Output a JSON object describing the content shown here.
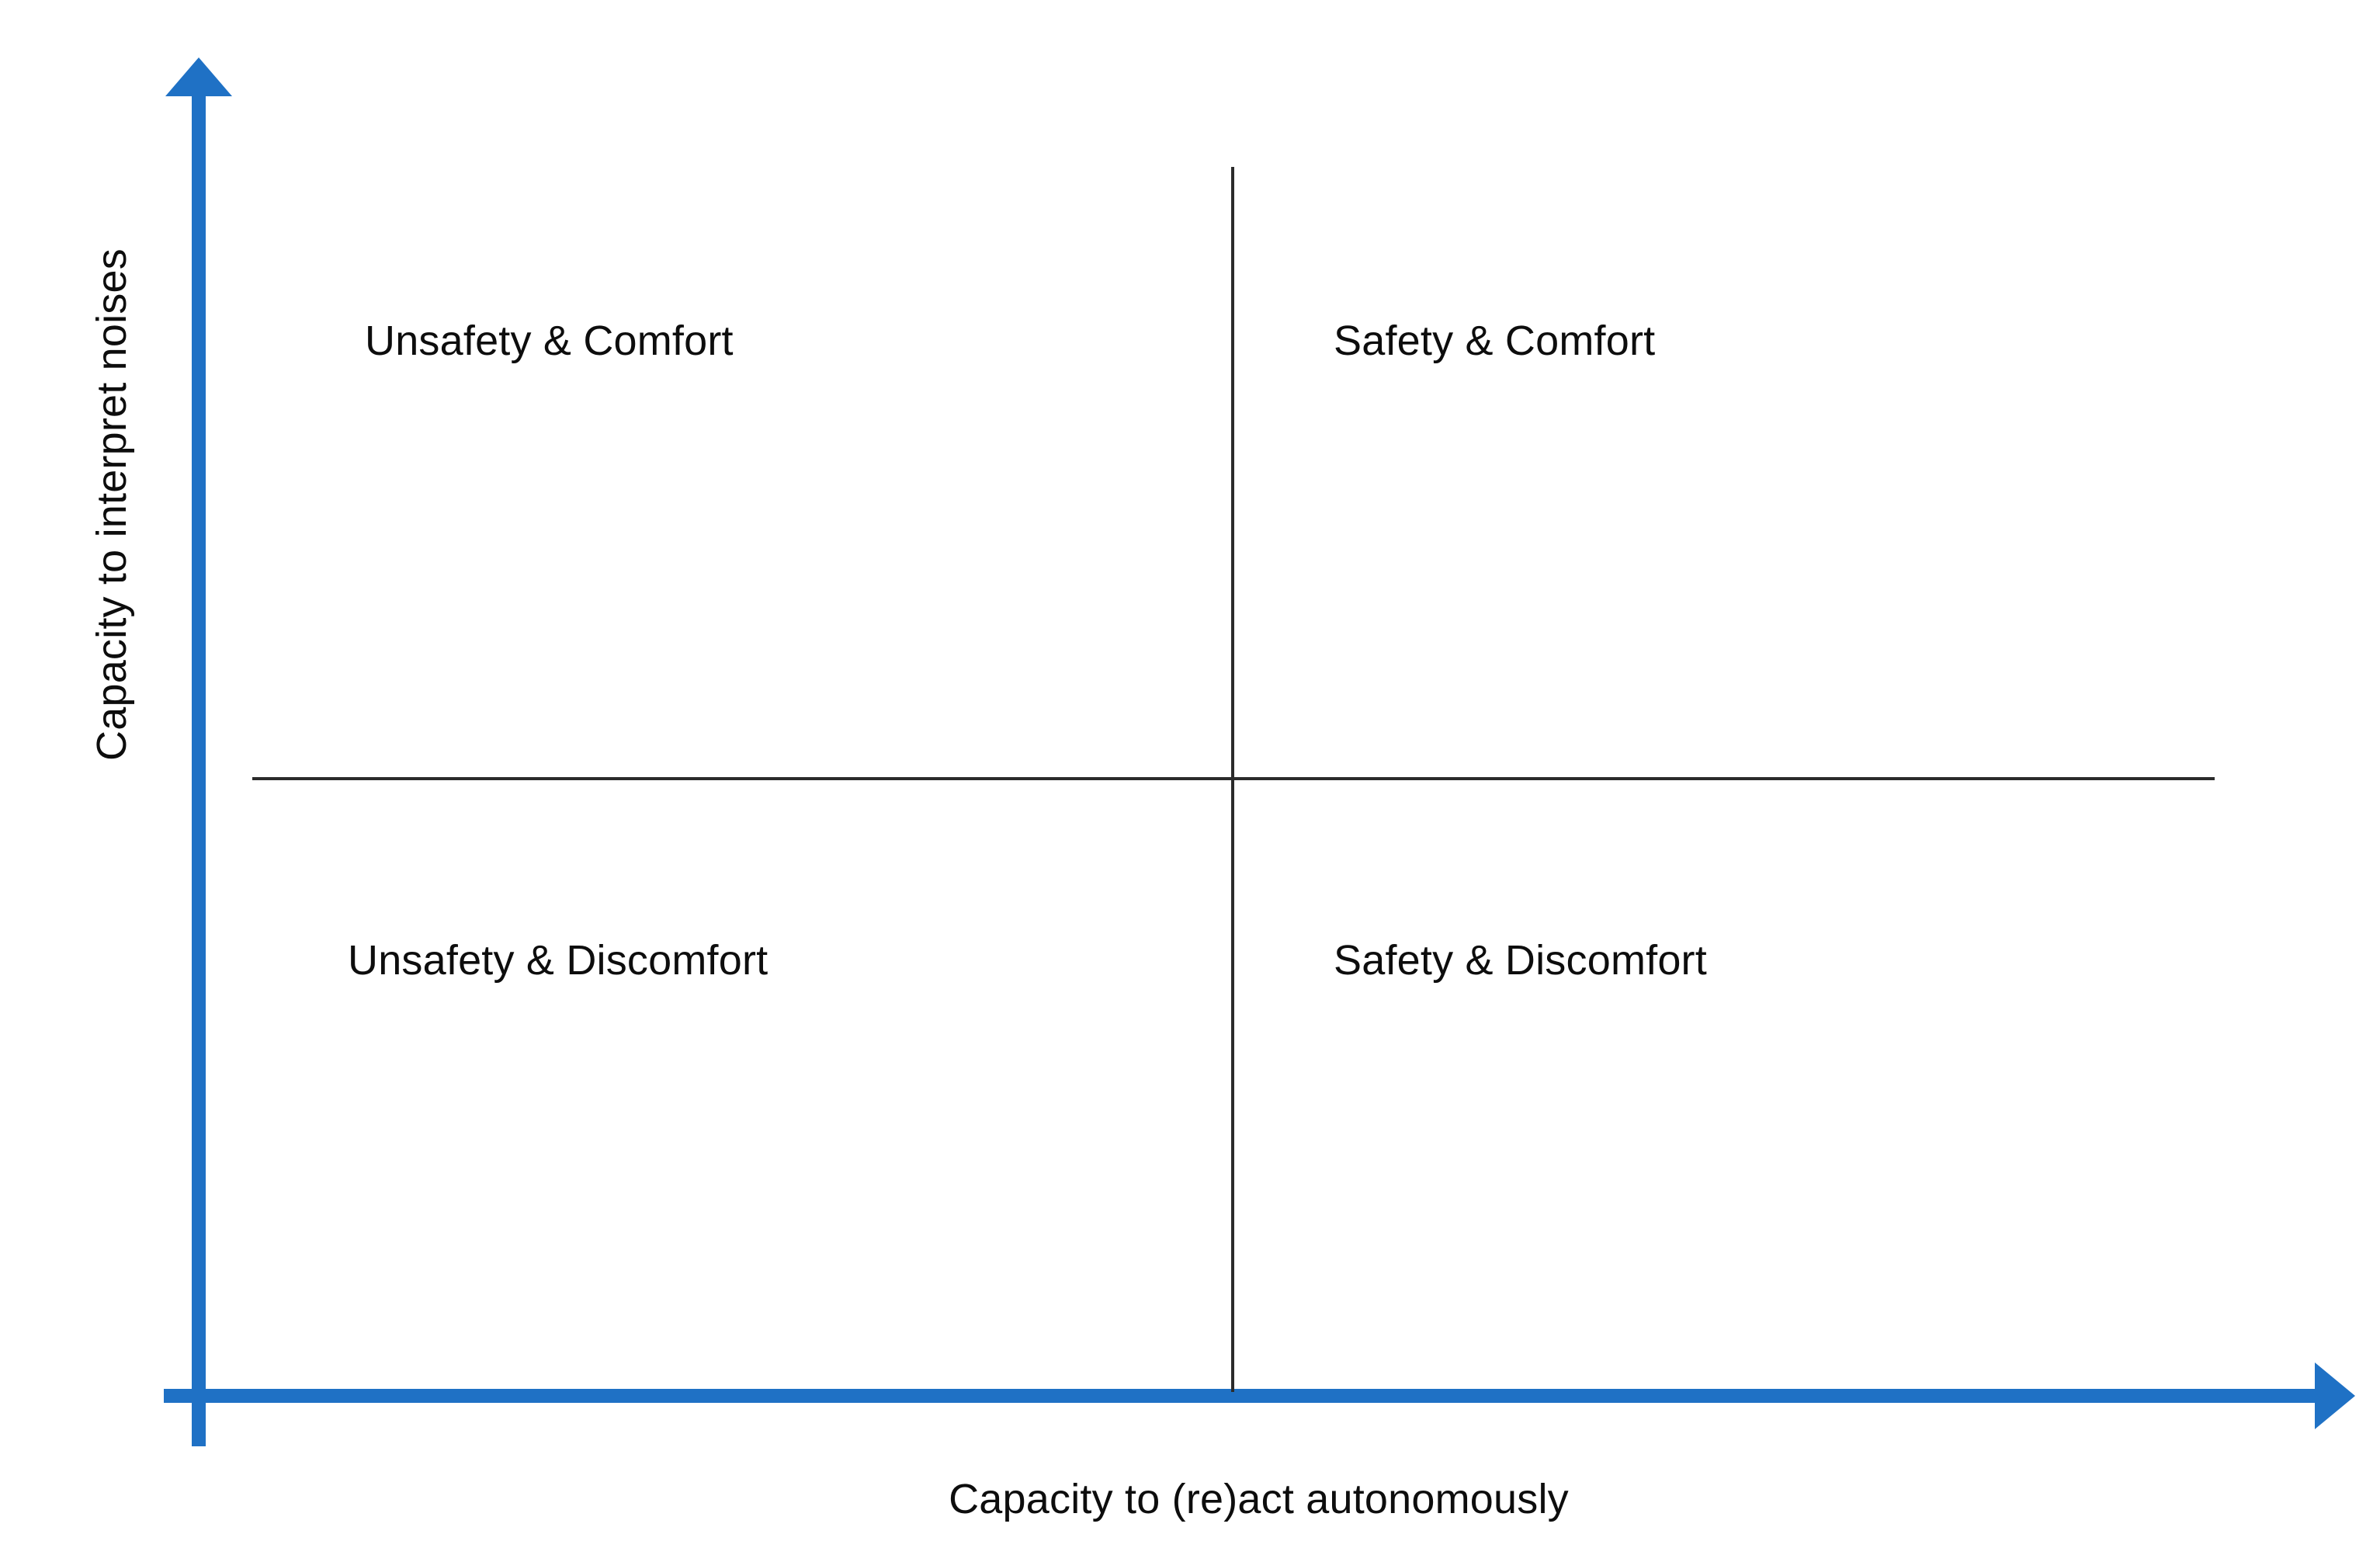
{
  "diagram": {
    "type": "2x2-quadrant-matrix",
    "background_color": "#FFFFFF",
    "axis_color": "#1F71C5",
    "divider_color": "#2B2B2B",
    "text_color": "#0D0D0D",
    "axes": {
      "y_axis_title": "Capacity to interpret noises",
      "x_axis_title": "Capacity to (re)act autonomously",
      "y_axis_direction": "up",
      "x_axis_direction": "right"
    },
    "quadrants": [
      {
        "id": "top-left",
        "label": "Unsafety & Comfort",
        "x_level": "low",
        "y_level": "high"
      },
      {
        "id": "top-right",
        "label": "Safety & Comfort",
        "x_level": "high",
        "y_level": "high"
      },
      {
        "id": "bottom-left",
        "label": "Unsafety & Discomfort",
        "x_level": "low",
        "y_level": "low"
      },
      {
        "id": "bottom-right",
        "label": "Safety & Discomfort",
        "x_level": "high",
        "y_level": "low"
      }
    ]
  }
}
